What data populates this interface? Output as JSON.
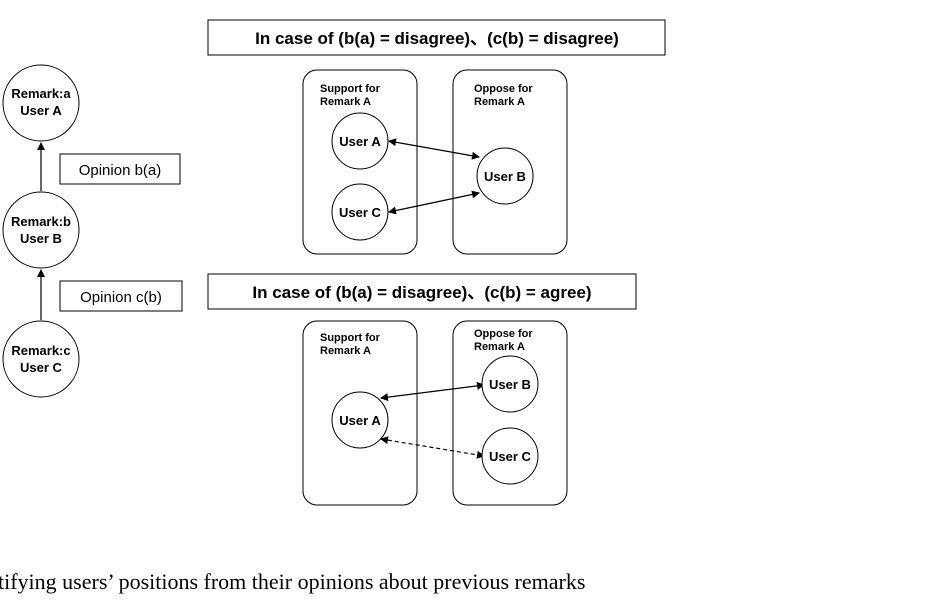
{
  "chain": {
    "remark_a": {
      "line1": "Remark:a",
      "line2": "User A"
    },
    "remark_b": {
      "line1": "Remark:b",
      "line2": "User B"
    },
    "remark_c": {
      "line1": "Remark:c",
      "line2": "User C"
    },
    "opinion_ba": "Opinion b(a)",
    "opinion_cb": "Opinion c(b)"
  },
  "case1": {
    "title": "In case of (b(a) = disagree)、(c(b) = disagree)",
    "support_group": {
      "line1": "Support for",
      "line2": "Remark A"
    },
    "oppose_group": {
      "line1": "Oppose for",
      "line2": "Remark A"
    },
    "users": {
      "a": "User A",
      "b": "User B",
      "c": "User C"
    }
  },
  "case2": {
    "title": "In case of (b(a) = disagree)、(c(b) = agree)",
    "support_group": {
      "line1": "Support for",
      "line2": "Remark A"
    },
    "oppose_group": {
      "line1": "Oppose for",
      "line2": "Remark A"
    },
    "users": {
      "a": "User A",
      "b": "User B",
      "c": "User C"
    }
  },
  "caption": "tifying users’ positions from their opinions about previous remarks"
}
